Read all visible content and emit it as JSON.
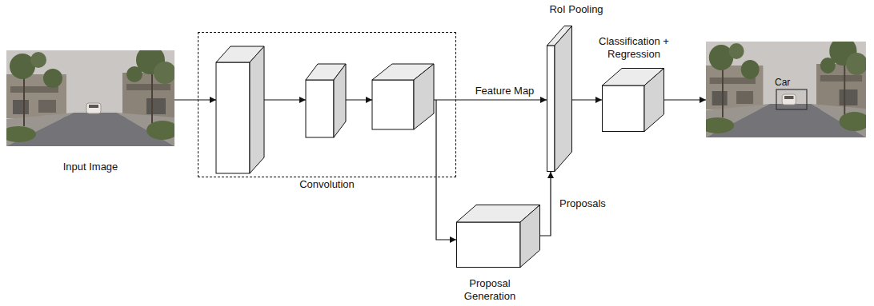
{
  "diagram": {
    "nodes": [
      {
        "text": [
          "Input Image"
        ]
      },
      {
        "text": [
          "Convolution"
        ]
      },
      {
        "text": [
          "RoI Pooling"
        ]
      },
      {
        "text": [
          "Classification + Regression"
        ]
      },
      {
        "text": [
          "Car"
        ]
      },
      {
        "text": [
          "Proposal Generation"
        ]
      }
    ],
    "edges": [
      {
        "from": 0,
        "to": 1,
        "arrow": "to"
      },
      {
        "from": 1,
        "to": 2,
        "label": "Feature Map",
        "arrow": "to"
      },
      {
        "from": 1,
        "to": 5,
        "arrow": "to"
      },
      {
        "from": 5,
        "to": 2,
        "label": "Proposals",
        "arrow": "to"
      },
      {
        "from": 2,
        "to": 3,
        "arrow": "to"
      },
      {
        "from": 3,
        "to": 4,
        "arrow": "to"
      }
    ]
  }
}
